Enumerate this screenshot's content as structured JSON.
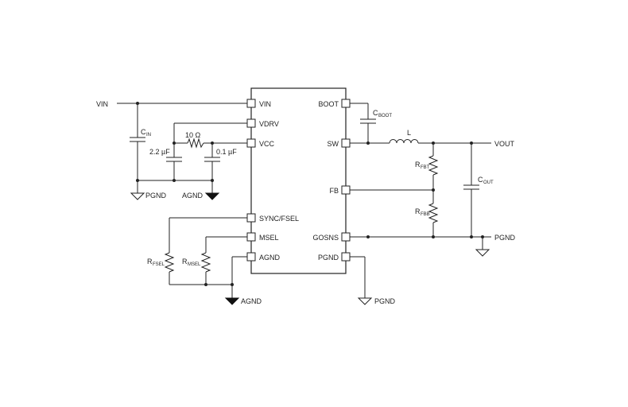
{
  "nets": {
    "vin": "VIN",
    "vout": "VOUT",
    "pgnd": "PGND",
    "agnd": "AGND"
  },
  "pins_left": {
    "vin": "VIN",
    "vdrv": "VDRV",
    "vcc": "VCC",
    "sync": "SYNC/FSEL",
    "msel": "MSEL",
    "agnd": "AGND"
  },
  "pins_right": {
    "boot": "BOOT",
    "sw": "SW",
    "fb": "FB",
    "gosns": "GOSNS",
    "pgnd": "PGND"
  },
  "components": {
    "cin_main": "C",
    "cin_sub": "IN",
    "cvdrv": "2.2 µF",
    "rvcc": "10 Ω",
    "cvcc": "0.1 µF",
    "cboot_main": "C",
    "cboot_sub": "BOOT",
    "inductor": "L",
    "rfbt_main": "R",
    "rfbt_sub": "FBT",
    "rfbb_main": "R",
    "rfbb_sub": "FBB",
    "cout_main": "C",
    "cout_sub": "OUT",
    "rfsel_main": "R",
    "rfsel_sub": "FSEL",
    "rmsel_main": "R",
    "rmsel_sub": "MSEL"
  }
}
